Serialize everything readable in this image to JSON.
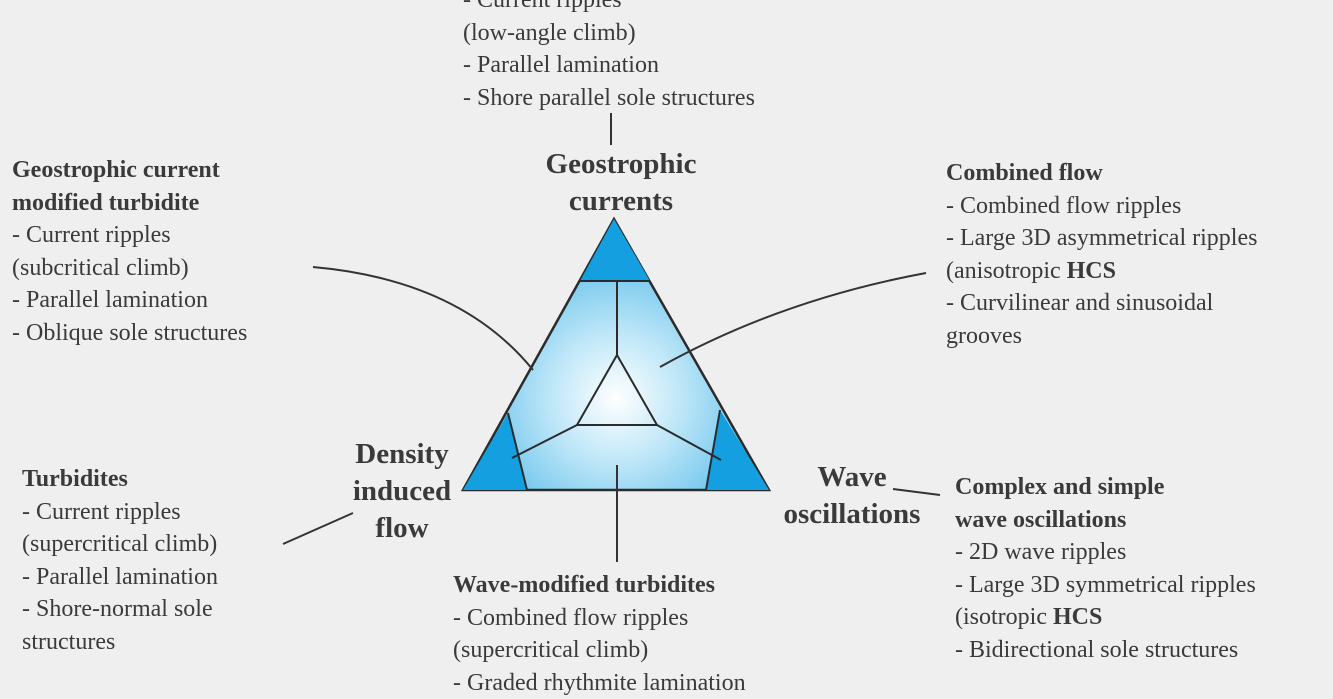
{
  "vertices": {
    "top": [
      "Geostrophic",
      "currents"
    ],
    "left": [
      "Density",
      "induced",
      "flow"
    ],
    "right": [
      "Wave",
      "oscillations"
    ]
  },
  "blocks": {
    "top": {
      "heading": "",
      "items": [
        "- Current ripples",
        "(low-angle climb)",
        "- Parallel lamination",
        "- Shore parallel sole structures"
      ]
    },
    "geostrophic_modified": {
      "heading_lines": [
        "Geostrophic current",
        "modified turbidite"
      ],
      "items": [
        "- Current ripples",
        "(subcritical climb)",
        "- Parallel lamination",
        "- Oblique sole structures"
      ]
    },
    "combined_flow": {
      "heading": "Combined flow",
      "items": [
        "- Combined flow ripples",
        "- Large 3D asymmetrical ripples"
      ],
      "hcs_prefix": "(anisotropic ",
      "hcs": "HCS",
      "items2": [
        "-  Curvilinear and sinusoidal",
        "grooves"
      ]
    },
    "turbidites": {
      "heading": "Turbidites",
      "items": [
        "- Current ripples",
        "(supercritical climb)",
        "- Parallel lamination",
        "- Shore-normal sole",
        "structures"
      ]
    },
    "wave_modified": {
      "heading": "Wave-modified turbidites",
      "items": [
        "- Combined flow ripples",
        "(supercritical climb)",
        "- Graded rhythmite lamination"
      ]
    },
    "complex_wave": {
      "heading_lines": [
        "Complex and simple",
        "wave oscillations"
      ],
      "items": [
        "- 2D wave ripples",
        "- Large 3D symmetrical ripples"
      ],
      "hcs_prefix": "(isotropic ",
      "hcs": "HCS",
      "items2": [
        "-  Bidirectional sole structures"
      ]
    }
  },
  "colors": {
    "background": "#efefef",
    "text": "#3a3a3a",
    "triangle_edge": "#1792d6",
    "triangle_center": "#ffffff",
    "lines": "#333333"
  }
}
